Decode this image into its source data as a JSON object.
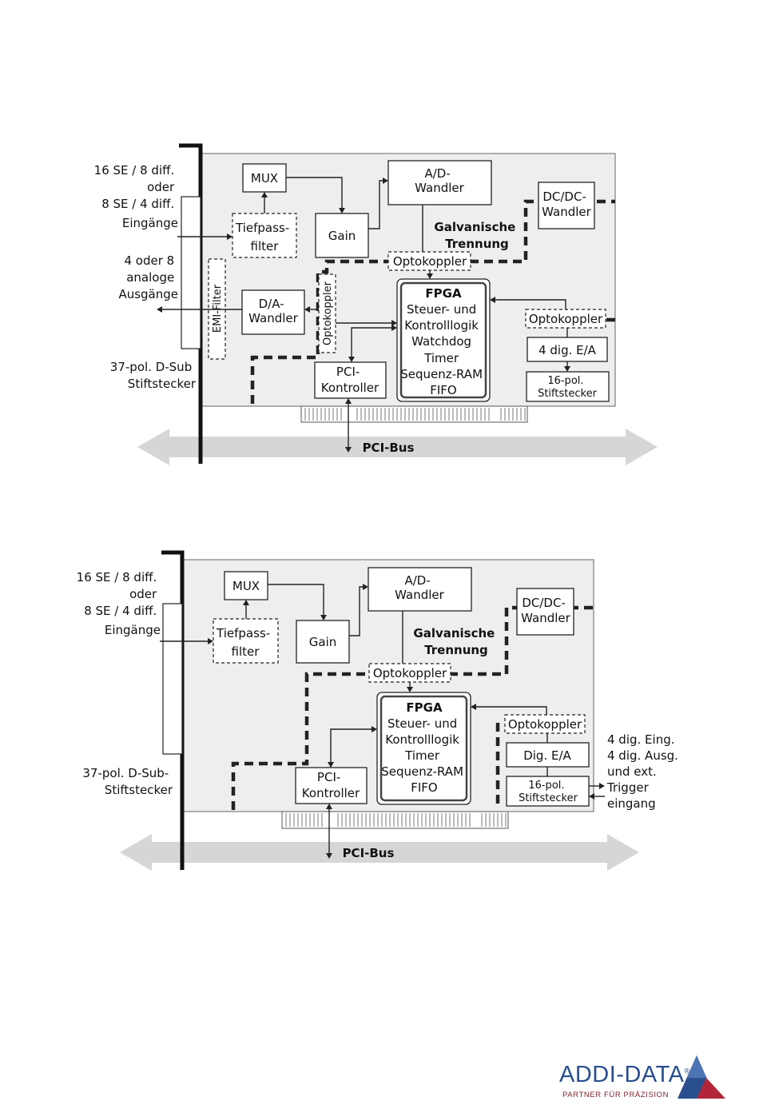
{
  "diagram1": {
    "inputs": [
      "16 SE / 8 diff.",
      "oder",
      "8 SE / 4 diff.",
      "Eingänge"
    ],
    "outputs": [
      "4 oder 8",
      "analoge",
      "Ausgänge"
    ],
    "connector": [
      "37-pol. D-Sub",
      "Stiftstecker"
    ],
    "mux": "MUX",
    "lowpass": [
      "Tiefpass-",
      "filter"
    ],
    "gain": "Gain",
    "adc": [
      "A/D-",
      "Wandler"
    ],
    "dcdc": [
      "DC/DC-",
      "Wandler"
    ],
    "isolation": [
      "Galvanische",
      "Trennung"
    ],
    "optocoupler_top": "Optokoppler",
    "optocoupler_vertical": "Optokoppler",
    "emi_filter": "EMI-Filter",
    "dac": [
      "D/A-",
      "Wandler"
    ],
    "fpga_title": "FPGA",
    "fpga_lines": [
      "Steuer- und",
      "Kontrolllogik",
      "Watchdog",
      "Timer",
      "Sequenz-RAM",
      "FIFO"
    ],
    "optocoupler_right": "Optokoppler",
    "digital_io": "4 dig. E/A",
    "pin_header": [
      "16-pol.",
      "Stiftstecker"
    ],
    "pci_controller": [
      "PCI-",
      "Kontroller"
    ],
    "bus": "PCI-Bus"
  },
  "diagram2": {
    "inputs": [
      "16 SE / 8 diff.",
      "oder",
      "8 SE / 4 diff.",
      "Eingänge"
    ],
    "connector": [
      "37-pol. D-Sub-",
      "Stiftstecker"
    ],
    "mux": "MUX",
    "lowpass": [
      "Tiefpass-",
      "filter"
    ],
    "gain": "Gain",
    "adc": [
      "A/D-",
      "Wandler"
    ],
    "dcdc": [
      "DC/DC-",
      "Wandler"
    ],
    "isolation": [
      "Galvanische",
      "Trennung"
    ],
    "optocoupler_top": "Optokoppler",
    "fpga_title": "FPGA",
    "fpga_lines": [
      "Steuer- und",
      "Kontrolllogik",
      "Timer",
      "Sequenz-RAM",
      "FIFO"
    ],
    "optocoupler_right": "Optokoppler",
    "digital_io": "Dig. E/A",
    "pin_header": [
      "16-pol.",
      "Stiftstecker"
    ],
    "right_labels": [
      "4 dig. Eing.",
      "4 dig. Ausg.",
      "und ext.",
      "Trigger",
      "eingang"
    ],
    "pci_controller": [
      "PCI-",
      "Kontroller"
    ],
    "bus": "PCI-Bus"
  },
  "logo": {
    "name": "ADDI-DATA",
    "mark": "®",
    "tagline": "PARTNER FÜR PRÄZISION",
    "colors": {
      "blue": "#2a4f8f",
      "red": "#b3263a"
    }
  }
}
